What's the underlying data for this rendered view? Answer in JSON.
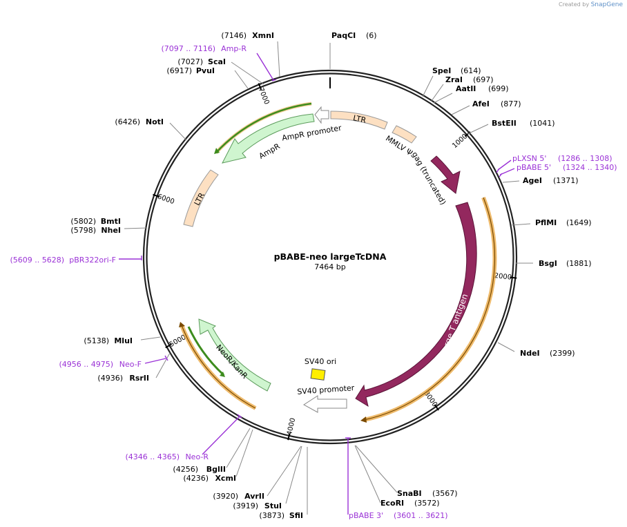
{
  "credit": {
    "prefix": "Created by",
    "brand": "SnapGene"
  },
  "plasmid": {
    "name": "pBABE-neo largeTcDNA",
    "length_label": "7464 bp",
    "length": 7464
  },
  "ticks": [
    {
      "pos": 1000,
      "label": "1000"
    },
    {
      "pos": 2000,
      "label": "2000"
    },
    {
      "pos": 3000,
      "label": "3000"
    },
    {
      "pos": 4000,
      "label": "4000"
    },
    {
      "pos": 5000,
      "label": "5000"
    },
    {
      "pos": 6000,
      "label": "6000"
    },
    {
      "pos": 7000,
      "label": "7000"
    }
  ],
  "sites": [
    {
      "name": "PaqCI",
      "pos_label": "(6)",
      "side": "right"
    },
    {
      "name": "SpeI",
      "pos_label": "(614)",
      "side": "right"
    },
    {
      "name": "ZraI",
      "pos_label": "(697)",
      "side": "right"
    },
    {
      "name": "AatII",
      "pos_label": "(699)",
      "side": "right"
    },
    {
      "name": "AfeI",
      "pos_label": "(877)",
      "side": "right"
    },
    {
      "name": "BstEII",
      "pos_label": "(1041)",
      "side": "right"
    },
    {
      "name": "AgeI",
      "pos_label": "(1371)",
      "side": "right"
    },
    {
      "name": "PflMI",
      "pos_label": "(1649)",
      "side": "right"
    },
    {
      "name": "BsgI",
      "pos_label": "(1881)",
      "side": "right"
    },
    {
      "name": "NdeI",
      "pos_label": "(2399)",
      "side": "right"
    },
    {
      "name": "SnaBI",
      "pos_label": "(3567)",
      "side": "right"
    },
    {
      "name": "EcoRI",
      "pos_label": "(3572)",
      "side": "right"
    },
    {
      "name": "SfiI",
      "pos_label": "(3873)",
      "side": "left"
    },
    {
      "name": "StuI",
      "pos_label": "(3919)",
      "side": "left"
    },
    {
      "name": "AvrII",
      "pos_label": "(3920)",
      "side": "left"
    },
    {
      "name": "XcmI",
      "pos_label": "(4236)",
      "side": "left"
    },
    {
      "name": "BglII",
      "pos_label": "(4256)",
      "side": "left"
    },
    {
      "name": "RsrII",
      "pos_label": "(4936)",
      "side": "left"
    },
    {
      "name": "MluI",
      "pos_label": "(5138)",
      "side": "left"
    },
    {
      "name": "NheI",
      "pos_label": "(5798)",
      "side": "left"
    },
    {
      "name": "BmtI",
      "pos_label": "(5802)",
      "side": "left"
    },
    {
      "name": "NotI",
      "pos_label": "(6426)",
      "side": "left"
    },
    {
      "name": "PvuI",
      "pos_label": "(6917)",
      "side": "left"
    },
    {
      "name": "ScaI",
      "pos_label": "(7027)",
      "side": "left"
    },
    {
      "name": "XmnI",
      "pos_label": "(7146)",
      "side": "left"
    }
  ],
  "primers": [
    {
      "name": "pLXSN 5'",
      "range": "(1286 .. 1308)"
    },
    {
      "name": "pBABE 5'",
      "range": "(1324 .. 1340)"
    },
    {
      "name": "pBABE 3'",
      "range": "(3601 .. 3621)"
    },
    {
      "name": "Neo-R",
      "range": "(4346 .. 4365)"
    },
    {
      "name": "Neo-F",
      "range": "(4956 .. 4975)"
    },
    {
      "name": "pBR322ori-F",
      "range": "(5609 .. 5628)"
    },
    {
      "name": "Amp-R",
      "range": "(7097 .. 7116)"
    }
  ],
  "features": [
    {
      "label": "LTR",
      "color": "#fde0c2"
    },
    {
      "label": "MMLV Ψ",
      "color": "#fde0c2"
    },
    {
      "label": "gag (truncated)",
      "color": "#93285e"
    },
    {
      "label": "large T antigen",
      "color": "#93285e"
    },
    {
      "label": "SV40 ori",
      "color": "#ffee00"
    },
    {
      "label": "SV40 promoter",
      "color": "#ffffff"
    },
    {
      "label": "NeoR/KanR",
      "color": "#cff5cf"
    },
    {
      "label": "LTR",
      "color": "#fde0c2"
    },
    {
      "label": "AmpR",
      "color": "#cff5cf"
    },
    {
      "label": "AmpR promoter",
      "color": "#ffffff"
    }
  ],
  "orfs": [
    {
      "color": "#e8a33a"
    },
    {
      "color": "#e8a33a"
    },
    {
      "color": "#3d8c1e"
    }
  ],
  "colors": {
    "backbone": "#222222",
    "primer": "#9a31d6",
    "site_line": "#888888"
  }
}
